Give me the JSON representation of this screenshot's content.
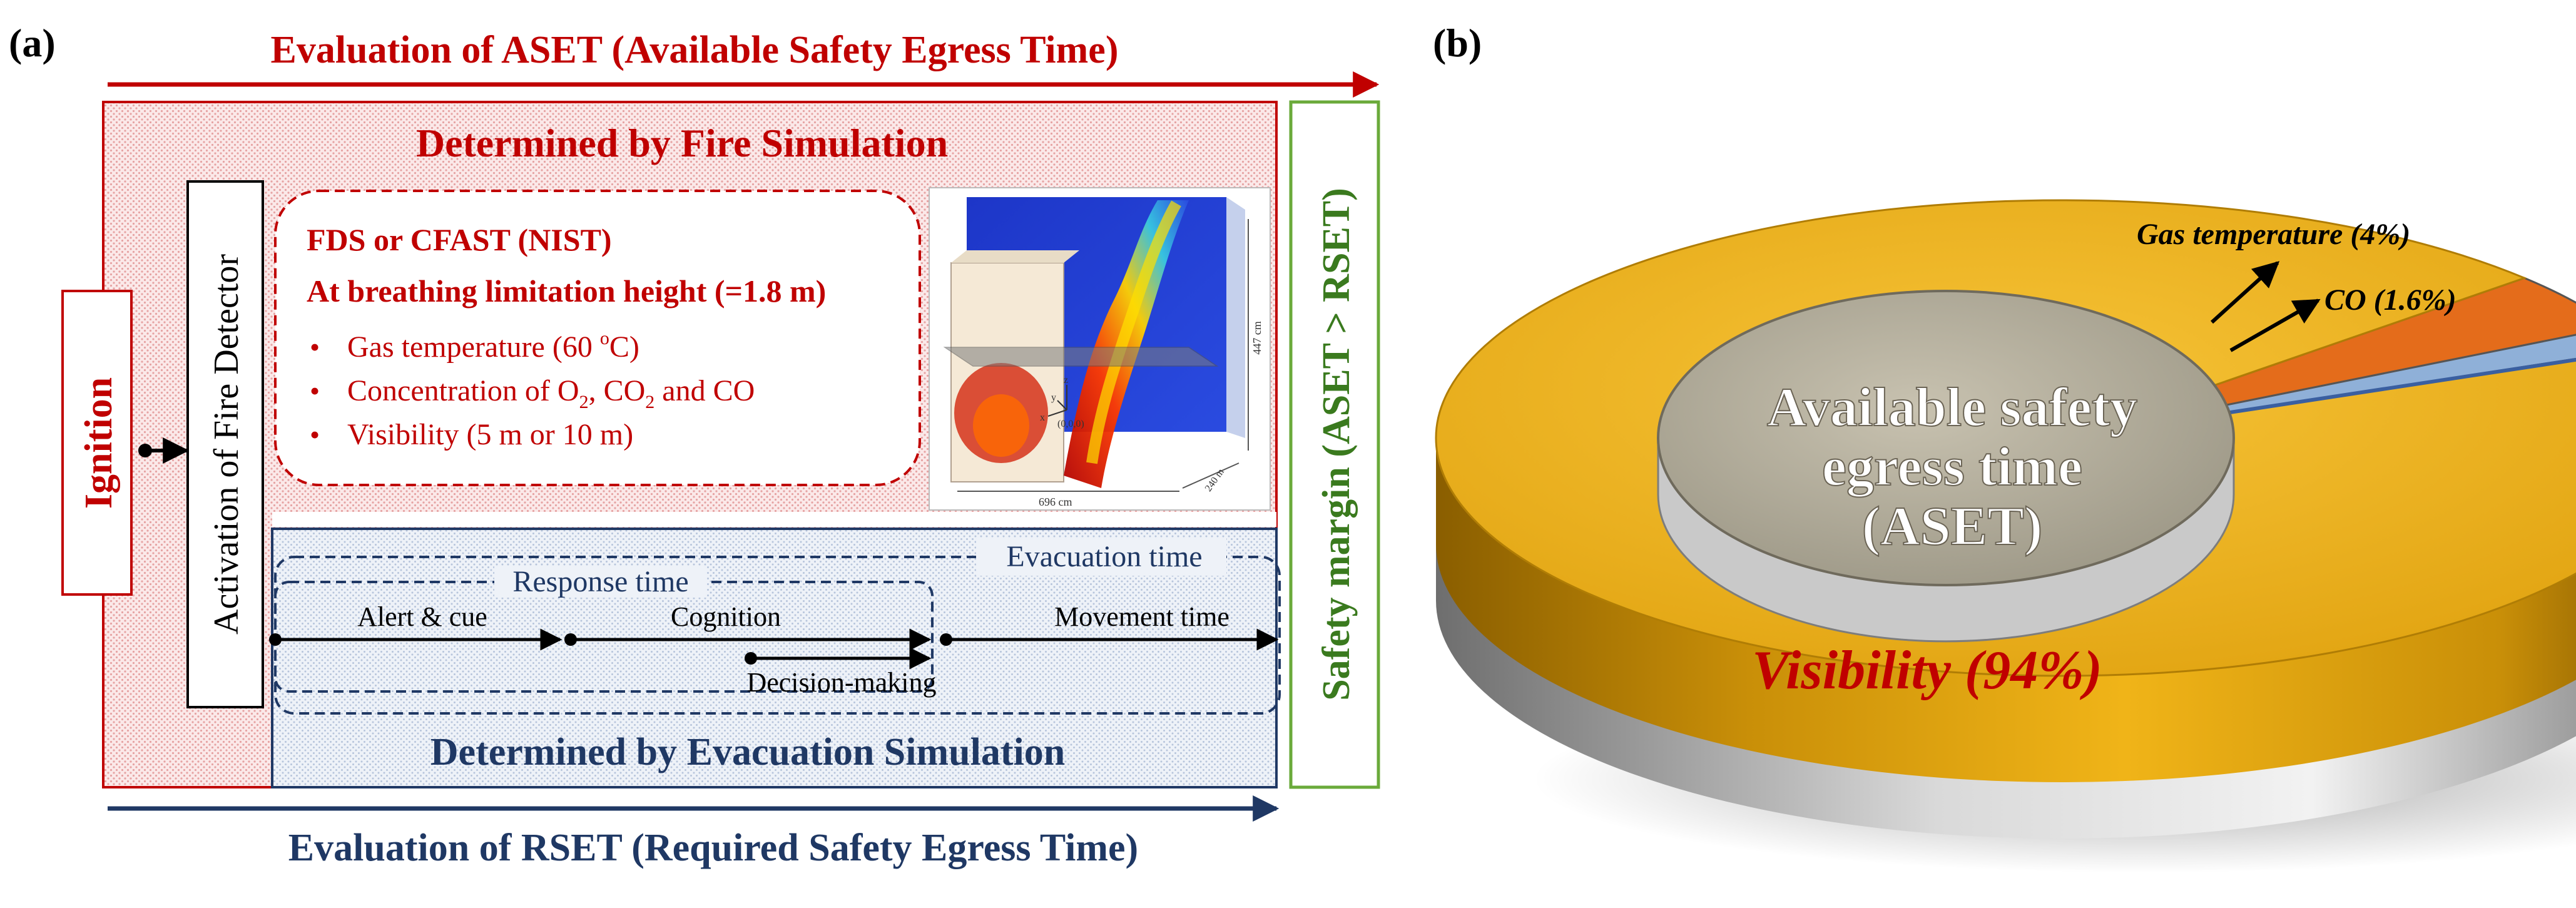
{
  "panel_a": {
    "label": "(a)",
    "aset_title": "Evaluation of ASET (Available Safety Egress Time)",
    "rset_title": "Evaluation of RSET (Required Safety Egress Time)",
    "ignition": "Ignition",
    "fire_detector": "Activation of Fire Detector",
    "safety_margin": "Safety margin (ASET > RSET)",
    "fire_sim_title": "Determined by Fire Simulation",
    "fds": {
      "line1": "FDS or CFAST (NIST)",
      "line2": "At breathing limitation height (=1.8 m)",
      "b1_pre": "Gas temperature (60 ",
      "b1_sup": "o",
      "b1_post": "C)",
      "b2_pre": "Concentration of O",
      "b2_sub1": "2",
      "b2_mid": ", CO",
      "b2_sub2": "2",
      "b2_post": " and CO",
      "b3": "Visibility (5 m or 10 m)"
    },
    "sim_image": {
      "dim_height": "447 cm",
      "dim_length": "696 cm",
      "dim_depth": "240 m",
      "origin": "(0,0,0)",
      "axis_x": "x",
      "axis_y": "y",
      "axis_z": "z"
    },
    "evac": {
      "evacuation_time": "Evacuation time",
      "response_time": "Response time",
      "alert": "Alert & cue",
      "cognition": "Cognition",
      "movement": "Movement time",
      "decision": "Decision-making",
      "title": "Determined by Evacuation Simulation"
    }
  },
  "panel_b": {
    "label": "(b)",
    "center_line1": "Available safety",
    "center_line2": "egress time",
    "center_line3": "(ASET)"
  },
  "chart_data": {
    "type": "pie",
    "slices": [
      {
        "label": "Visibility (94%)",
        "value": 94,
        "color": "#f2b418"
      },
      {
        "label": "Gas temperature (4%)",
        "value": 4,
        "color": "#e46c1b"
      },
      {
        "label": "CO (1.6%)",
        "value": 1.6,
        "color": "#8fb0d8"
      }
    ]
  },
  "colors": {
    "red": "#c00000",
    "navy": "#1f3864",
    "green": "#6aaa3a",
    "gold": "#f2b418",
    "orange": "#e46c1b",
    "blue": "#8fb0d8"
  }
}
